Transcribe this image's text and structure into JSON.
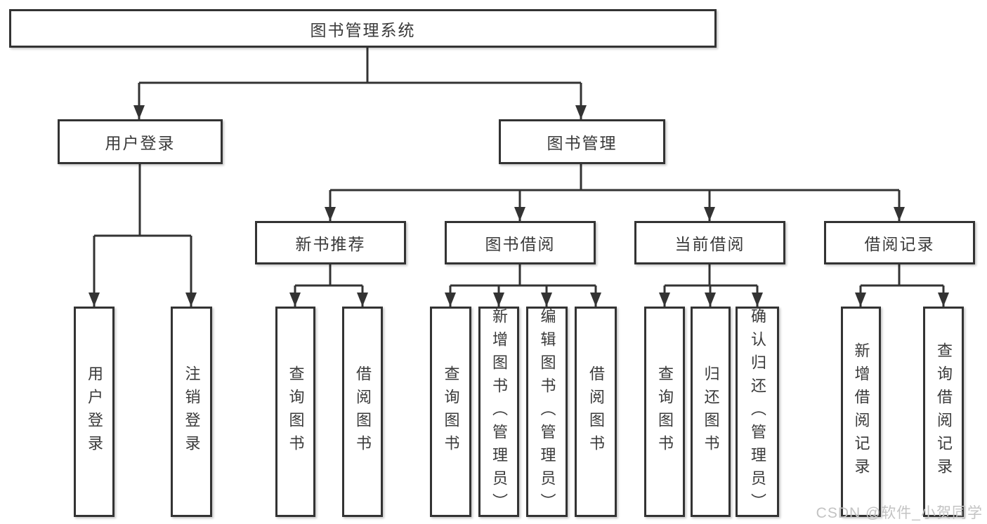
{
  "diagram_type": "functional-structure-tree",
  "tree": {
    "root": {
      "label": "图书管理系统",
      "children": [
        {
          "label": "用户登录",
          "children": [
            {
              "label": "用户登录"
            },
            {
              "label": "注销登录"
            }
          ]
        },
        {
          "label": "图书管理",
          "children": [
            {
              "label": "新书推荐",
              "children": [
                {
                  "label": "查询图书"
                },
                {
                  "label": "借阅图书"
                }
              ]
            },
            {
              "label": "图书借阅",
              "children": [
                {
                  "label": "查询图书"
                },
                {
                  "label": "新增图书（管理员）"
                },
                {
                  "label": "编辑图书（管理员）"
                },
                {
                  "label": "借阅图书"
                }
              ]
            },
            {
              "label": "当前借阅",
              "children": [
                {
                  "label": "查询图书"
                },
                {
                  "label": "归还图书"
                },
                {
                  "label": "确认归还（管理员）"
                }
              ]
            },
            {
              "label": "借阅记录",
              "children": [
                {
                  "label": "新增借阅记录"
                },
                {
                  "label": "查询借阅记录"
                }
              ]
            }
          ]
        }
      ]
    }
  },
  "watermark": {
    "text": "CSDN @软件_小贺同学"
  },
  "colors": {
    "line": "#333333",
    "box_border": "#333333",
    "box_background": "#ffffff",
    "text": "#3a3a3a",
    "watermark": "#c3c3c3",
    "page_background": "#ffffff"
  }
}
